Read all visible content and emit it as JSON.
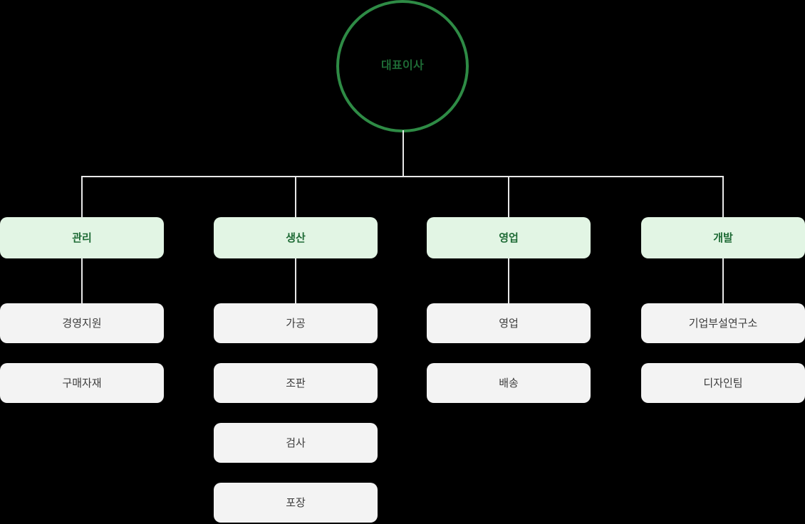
{
  "chart": {
    "type": "org-chart",
    "root": {
      "label": "대표이사",
      "shape": "circle",
      "border_color": "#2e8b45",
      "text_color": "#1e6b35"
    },
    "divisions": [
      {
        "label": "관리",
        "box_color": "#e2f5e4",
        "text_color": "#1e6b35",
        "teams": [
          {
            "label": "경영지원"
          },
          {
            "label": "구매자재"
          }
        ]
      },
      {
        "label": "생산",
        "box_color": "#e2f5e4",
        "text_color": "#1e6b35",
        "teams": [
          {
            "label": "가공"
          },
          {
            "label": "조판"
          },
          {
            "label": "검사"
          },
          {
            "label": "포장"
          }
        ]
      },
      {
        "label": "영업",
        "box_color": "#e2f5e4",
        "text_color": "#1e6b35",
        "teams": [
          {
            "label": "영업"
          },
          {
            "label": "배송"
          }
        ]
      },
      {
        "label": "개발",
        "box_color": "#e2f5e4",
        "text_color": "#1e6b35",
        "teams": [
          {
            "label": "기업부설연구소"
          },
          {
            "label": "디자인팀"
          }
        ]
      }
    ],
    "team_box_color": "#f3f3f3",
    "team_text_color": "#3c3c3c",
    "connector_color": "#e8e8e8",
    "background_color": "#000000"
  }
}
